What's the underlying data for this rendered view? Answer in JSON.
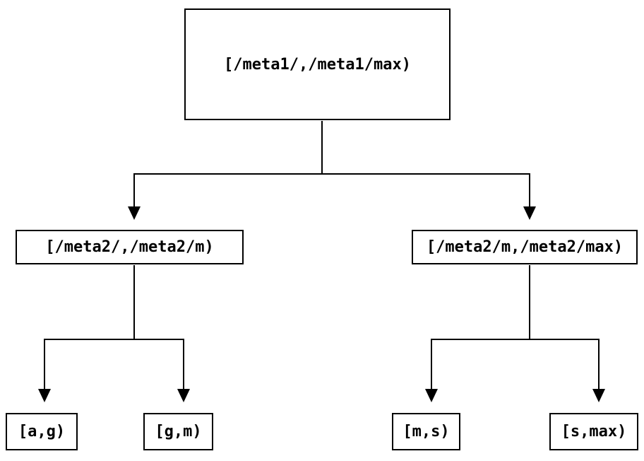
{
  "diagram": {
    "type": "tree",
    "background_color": "#ffffff",
    "line_color": "#000000",
    "text_color": "#000000",
    "nodes": {
      "root": {
        "label": "[/meta1/,/meta1/max)"
      },
      "level2_left": {
        "label": "[/meta2/,/meta2/m)"
      },
      "level2_right": {
        "label": "[/meta2/m,/meta2/max)"
      },
      "leaf_a_g": {
        "label": "[a,g)"
      },
      "leaf_g_m": {
        "label": "[g,m)"
      },
      "leaf_m_s": {
        "label": "[m,s)"
      },
      "leaf_s_max": {
        "label": "[s,max)"
      }
    },
    "structure": {
      "root": [
        "level2_left",
        "level2_right"
      ],
      "level2_left": [
        "leaf_a_g",
        "leaf_g_m"
      ],
      "level2_right": [
        "leaf_m_s",
        "leaf_s_max"
      ]
    }
  }
}
